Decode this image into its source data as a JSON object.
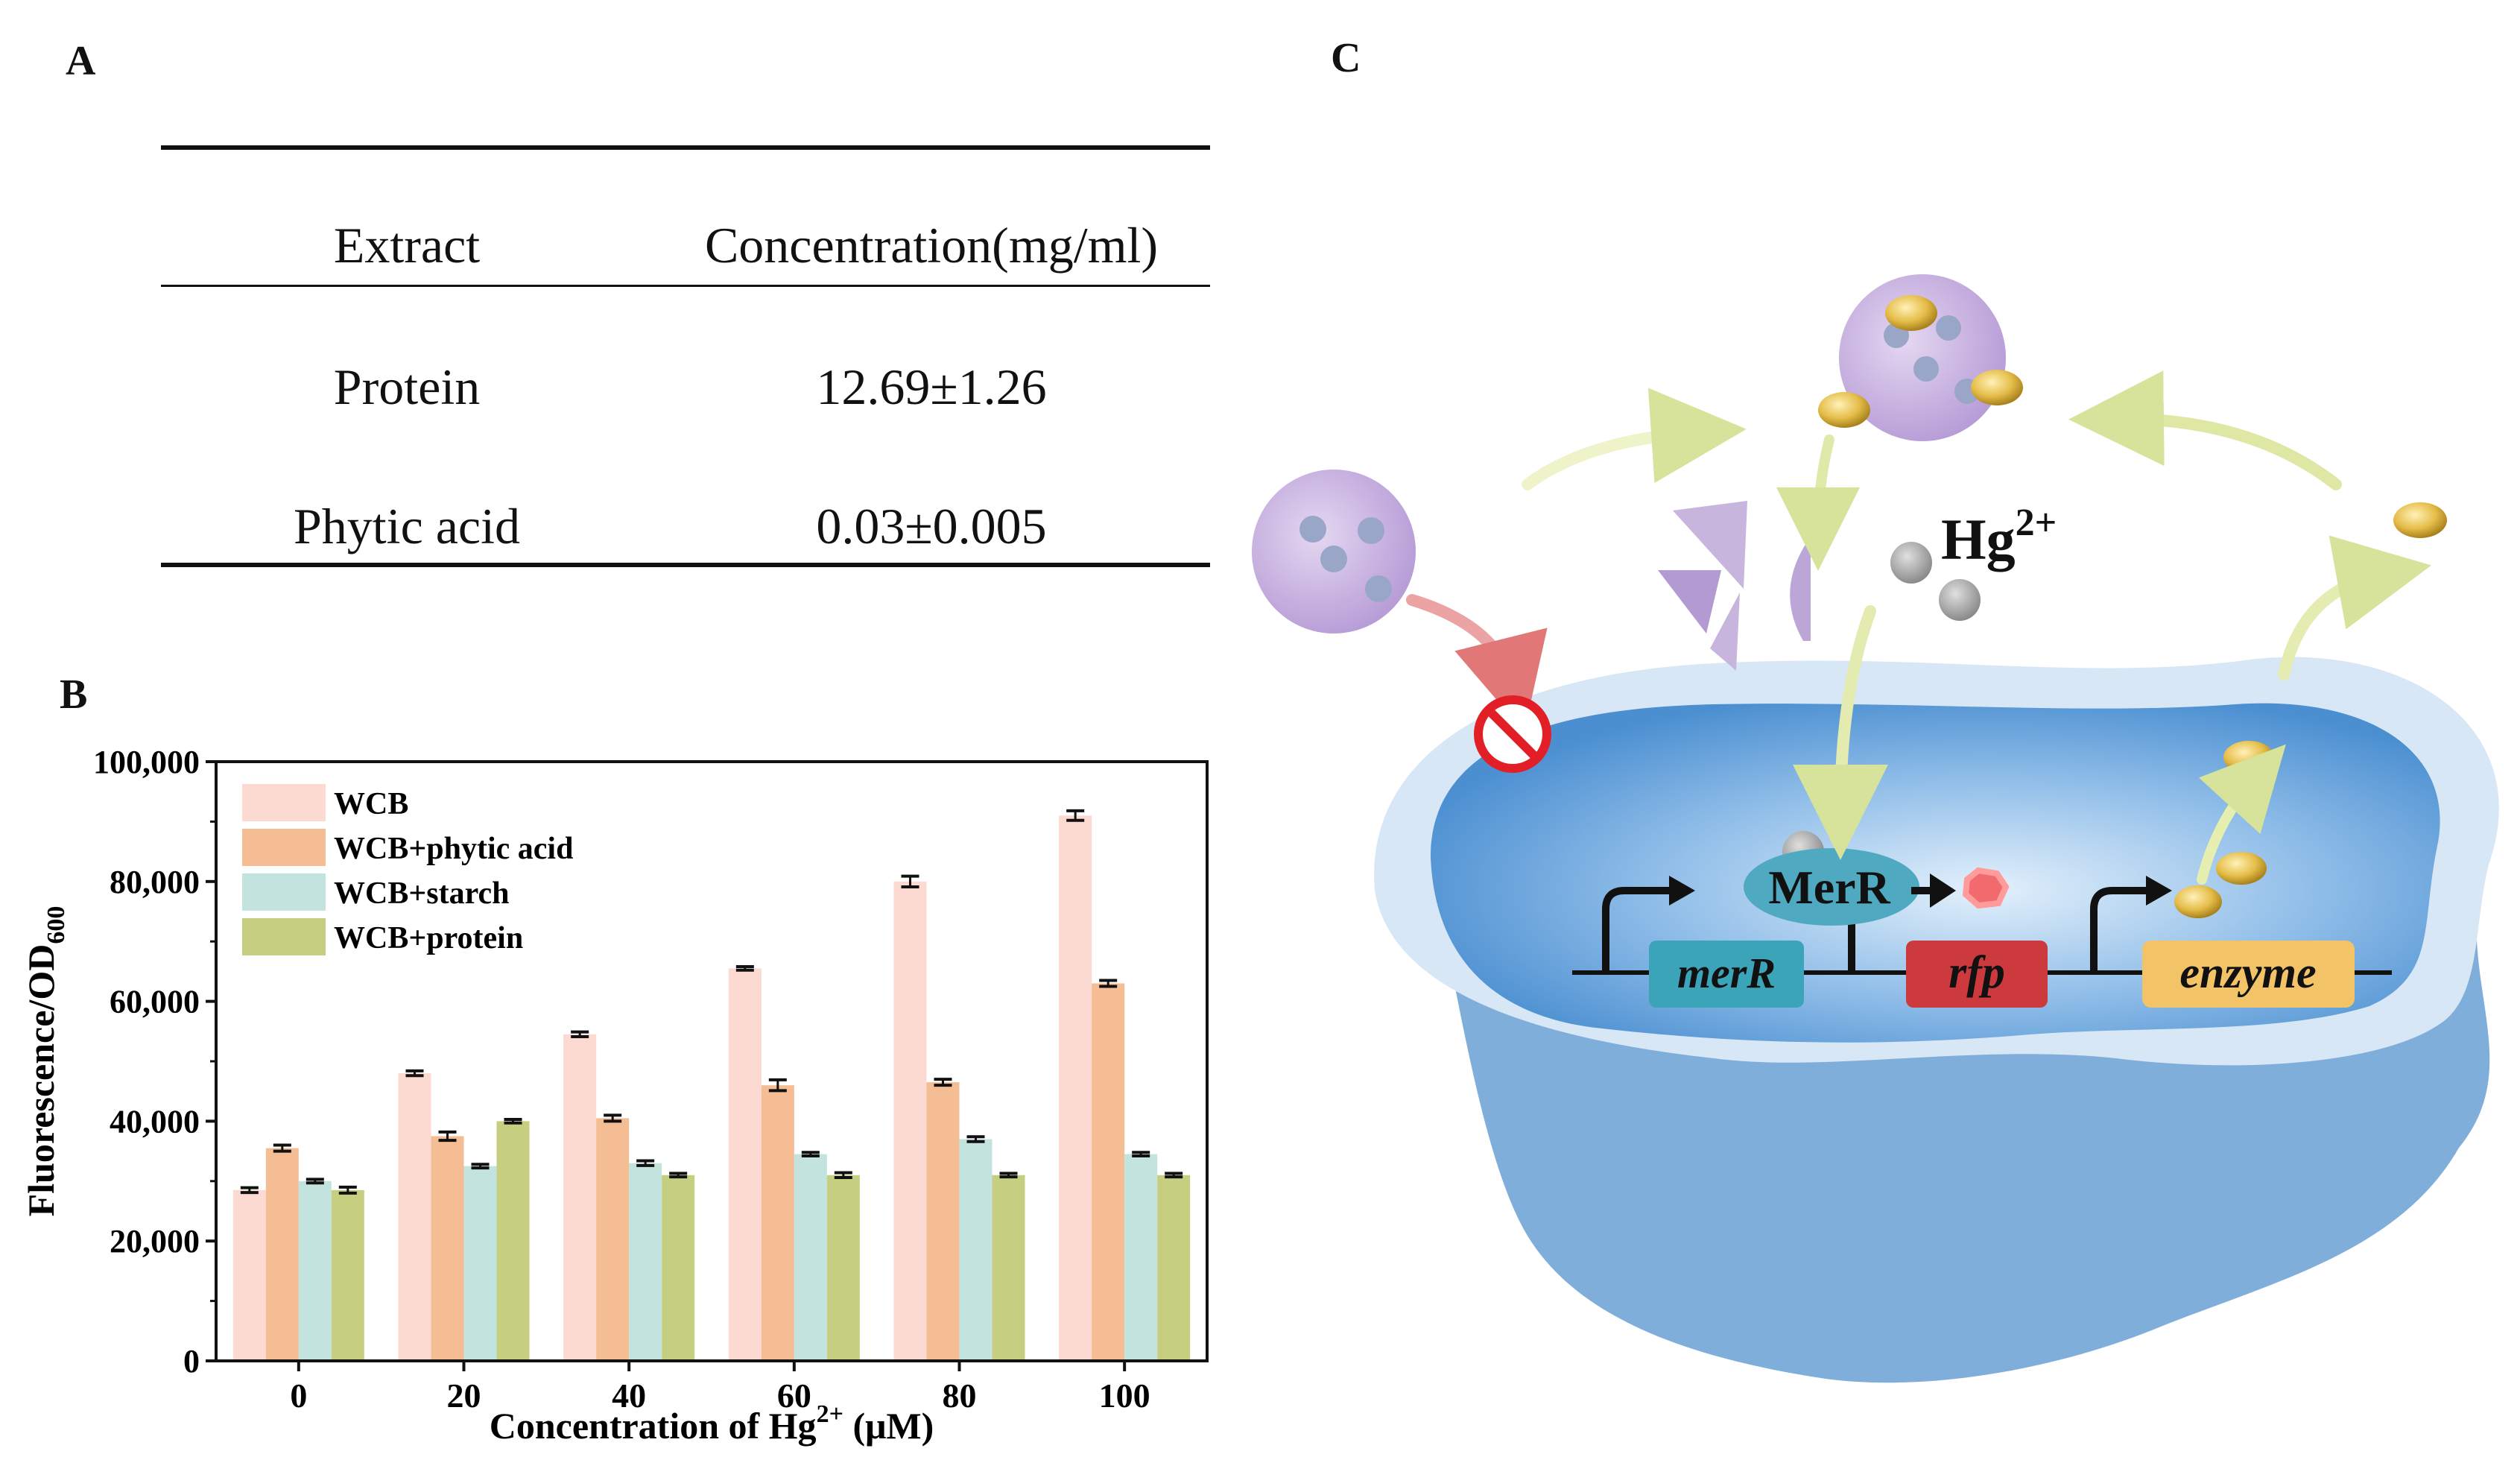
{
  "panels": {
    "a": "A",
    "b": "B",
    "c": "C"
  },
  "table": {
    "headers": [
      "Extract",
      "Concentration(mg/ml)"
    ],
    "rows": [
      [
        "Protein",
        "12.69±1.26"
      ],
      [
        "Phytic acid",
        "0.03±0.005"
      ]
    ]
  },
  "chart_data": {
    "type": "bar",
    "categories": [
      "0",
      "20",
      "40",
      "60",
      "80",
      "100"
    ],
    "xlabel_main": "Concentration of Hg",
    "xlabel_sup": "2+",
    "xlabel_unit": " (μM)",
    "ylabel_main": "Fluorescence/OD",
    "ylabel_sub": "600",
    "ylim": [
      0,
      100000
    ],
    "yticks": [
      0,
      20000,
      40000,
      60000,
      80000,
      100000
    ],
    "ytick_labels": [
      "0",
      "20,000",
      "40,000",
      "60,000",
      "80,000",
      "100,000"
    ],
    "legend_position": "top-left",
    "series": [
      {
        "name": "WCB",
        "color": "#fcd9d1",
        "values": [
          28500,
          48000,
          54500,
          65500,
          80000,
          91000
        ],
        "errors": [
          400,
          400,
          400,
          300,
          900,
          800
        ]
      },
      {
        "name": "WCB+phytic acid",
        "color": "#f5bd93",
        "values": [
          35500,
          37500,
          40500,
          46000,
          46500,
          63000
        ],
        "errors": [
          500,
          700,
          500,
          900,
          500,
          500
        ]
      },
      {
        "name": "WCB+starch",
        "color": "#c3e3df",
        "values": [
          30000,
          32500,
          33000,
          34500,
          37000,
          34500
        ],
        "errors": [
          300,
          300,
          400,
          300,
          400,
          300
        ]
      },
      {
        "name": "WCB+protein",
        "color": "#c5cf7f",
        "values": [
          28500,
          40000,
          31000,
          31000,
          31000,
          31000
        ],
        "errors": [
          500,
          300,
          300,
          400,
          300,
          300
        ]
      }
    ]
  },
  "diagram": {
    "ion_main": "Hg",
    "ion_sup": "2+",
    "protein_label": "MerR",
    "genes": [
      {
        "label": "merR",
        "color": "#3ba4b8"
      },
      {
        "label": "rfp",
        "color": "#cc3a3e"
      },
      {
        "label": "enzyme",
        "color": "#f3c467"
      }
    ],
    "colors": {
      "cell_outer": "#cfe2f3",
      "cell_inner": "#5f9fd8",
      "vesicle": "#c9b3e0",
      "particle": "#e2b747",
      "ion": "#9a9a9a"
    }
  }
}
